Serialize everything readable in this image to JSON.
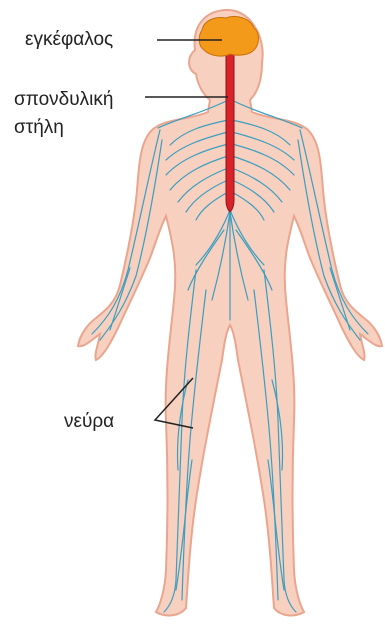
{
  "labels": {
    "brain": "εγκέφαλος",
    "spinal_cord_line1": "σπονδυλική",
    "spinal_cord_line2": "στήλη",
    "nerves": "νεύρα"
  },
  "colors": {
    "skin_fill": "#f8d0bf",
    "skin_outline": "#e9a58e",
    "brain": "#f49a1a",
    "spinal_cord": "#d9232a",
    "nerves": "#3a9ec0",
    "text": "#222222",
    "leader_line": "#222222"
  }
}
